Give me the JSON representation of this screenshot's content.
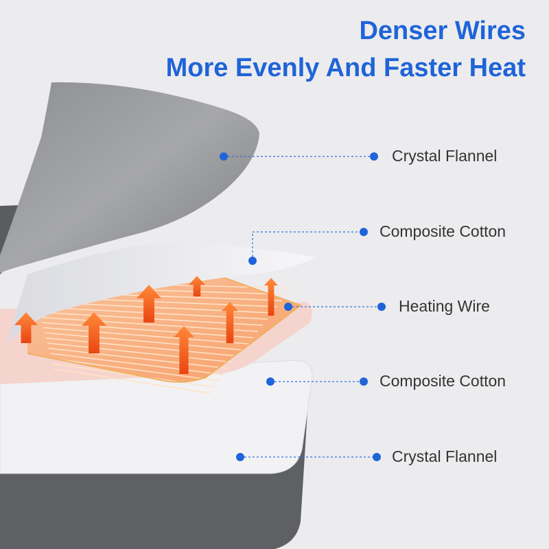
{
  "header": {
    "line1": "Denser Wires",
    "line2": "More Evenly And Faster Heat"
  },
  "layers": [
    {
      "label": "Crystal Flannel"
    },
    {
      "label": "Composite Cotton"
    },
    {
      "label": "Heating Wire"
    },
    {
      "label": "Composite Cotton"
    },
    {
      "label": "Crystal Flannel"
    }
  ],
  "colors": {
    "accent": "#1f64d8",
    "flannel_light": "#9c9da0",
    "flannel_dark": "#5d5f62",
    "cotton": "#f4f4f6",
    "heating_pad": "#f7d6cf",
    "heating_wire": "#f68a3c",
    "arrow": "#f05a1a"
  }
}
